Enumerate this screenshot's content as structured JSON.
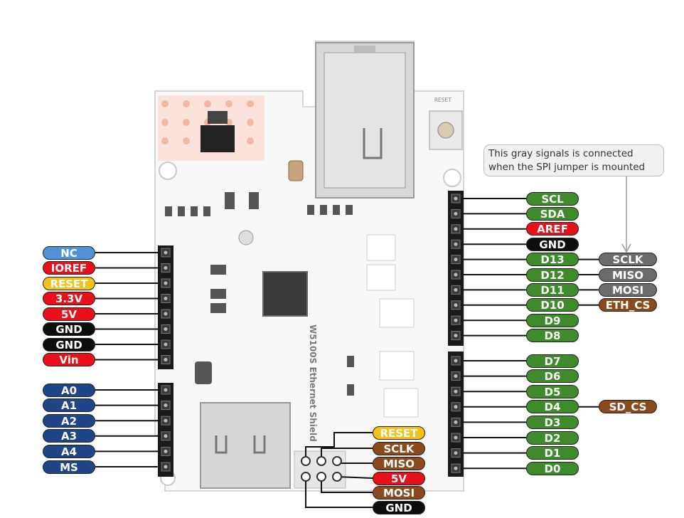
{
  "colors": {
    "power": "#e8101b",
    "ground": "#0d0d0d",
    "reset": "#f2c21a",
    "nc": "#4f93d6",
    "analog": "#1f4488",
    "digital": "#3f8a2a",
    "spi_gray": "#6b6b6b",
    "cs_brown": "#8b4a1c",
    "board": "#f7f7f7",
    "header": "#1a1a1a",
    "line": "#111111"
  },
  "callout": {
    "line1": "This gray signals is connected",
    "line2": "when the SPI jumper is mounted"
  },
  "board_labels": {
    "reset_button": "RESET",
    "title": "W5100S Ethernet Shield"
  },
  "left_power_header": [
    {
      "label": "NC",
      "color": "nc"
    },
    {
      "label": "IOREF",
      "color": "power"
    },
    {
      "label": "RESET",
      "color": "reset"
    },
    {
      "label": "3.3V",
      "color": "power"
    },
    {
      "label": "5V",
      "color": "power"
    },
    {
      "label": "GND",
      "color": "ground"
    },
    {
      "label": "GND",
      "color": "ground"
    },
    {
      "label": "Vin",
      "color": "power"
    }
  ],
  "left_analog_header": [
    {
      "label": "A0",
      "color": "analog"
    },
    {
      "label": "A1",
      "color": "analog"
    },
    {
      "label": "A2",
      "color": "analog"
    },
    {
      "label": "A3",
      "color": "analog"
    },
    {
      "label": "A4",
      "color": "analog"
    },
    {
      "label": "MS",
      "color": "analog"
    }
  ],
  "right_upper_header": [
    {
      "label": "SCL",
      "color": "digital"
    },
    {
      "label": "SDA",
      "color": "digital"
    },
    {
      "label": "AREF",
      "color": "power"
    },
    {
      "label": "GND",
      "color": "ground"
    },
    {
      "label": "D13",
      "color": "digital",
      "extra": "SCLK",
      "extra_color": "spi_gray"
    },
    {
      "label": "D12",
      "color": "digital",
      "extra": "MISO",
      "extra_color": "spi_gray"
    },
    {
      "label": "D11",
      "color": "digital",
      "extra": "MOSI",
      "extra_color": "spi_gray"
    },
    {
      "label": "D10",
      "color": "digital",
      "extra": "ETH_CS",
      "extra_color": "cs_brown"
    },
    {
      "label": "D9",
      "color": "digital"
    },
    {
      "label": "D8",
      "color": "digital"
    }
  ],
  "right_lower_header": [
    {
      "label": "D7",
      "color": "digital"
    },
    {
      "label": "D6",
      "color": "digital"
    },
    {
      "label": "D5",
      "color": "digital"
    },
    {
      "label": "D4",
      "color": "digital",
      "extra": "SD_CS",
      "extra_color": "cs_brown"
    },
    {
      "label": "D3",
      "color": "digital"
    },
    {
      "label": "D2",
      "color": "digital"
    },
    {
      "label": "D1",
      "color": "digital"
    },
    {
      "label": "D0",
      "color": "digital"
    }
  ],
  "icsp_header": [
    {
      "label": "RESET",
      "color": "reset"
    },
    {
      "label": "SCLK",
      "color": "cs_brown"
    },
    {
      "label": "MISO",
      "color": "cs_brown"
    },
    {
      "label": "5V",
      "color": "power"
    },
    {
      "label": "MOSI",
      "color": "cs_brown"
    },
    {
      "label": "GND",
      "color": "ground"
    }
  ]
}
